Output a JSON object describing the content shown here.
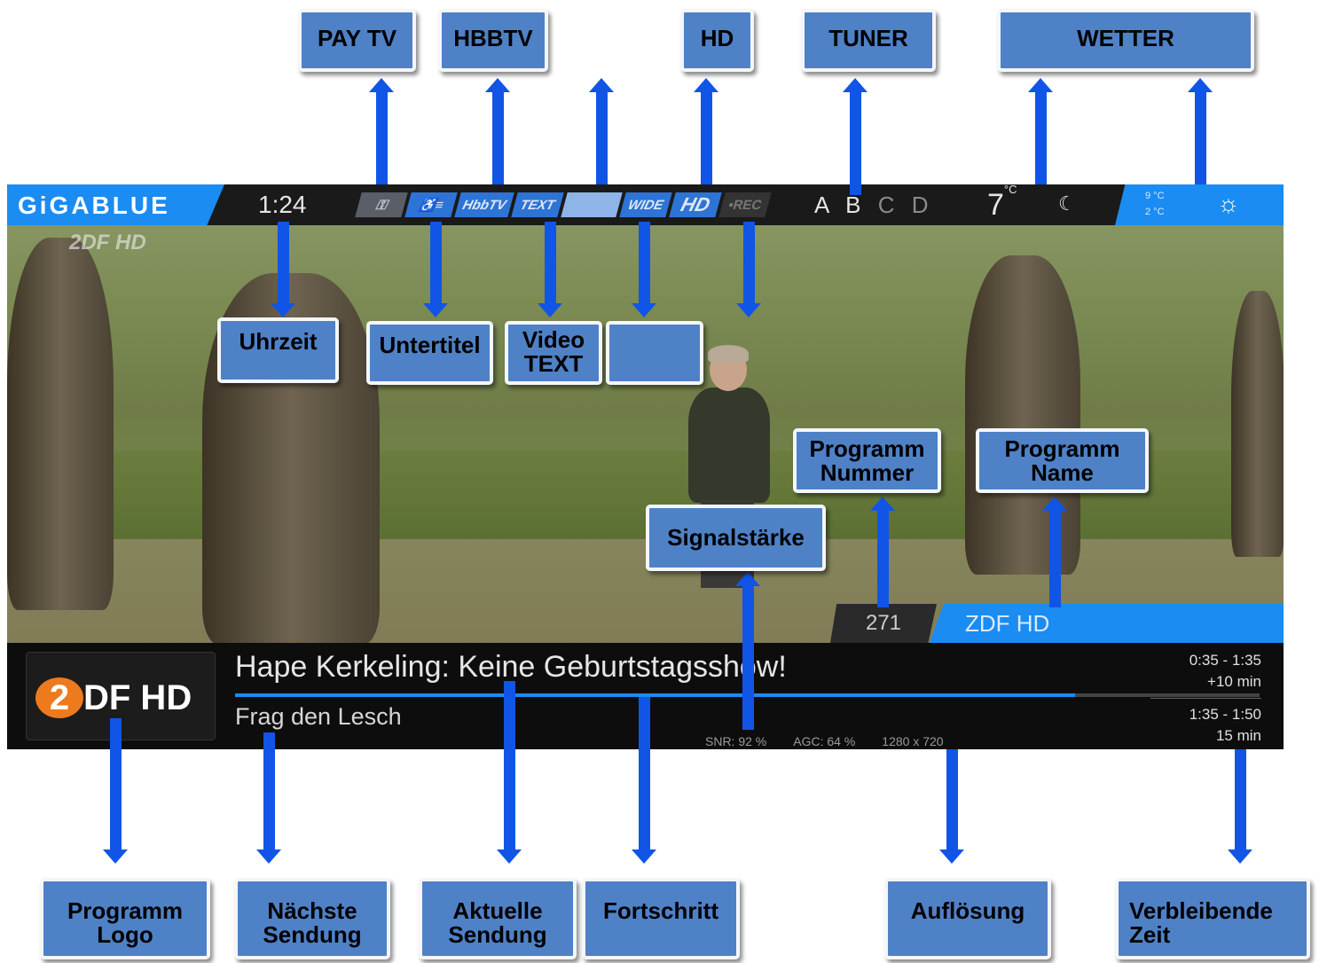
{
  "callouts": {
    "pay_tv": "PAY TV",
    "hbbtv": "HBBTV",
    "hd": "HD",
    "tuner": "TUNER",
    "wetter": "WETTER",
    "uhrzeit": "Uhrzeit",
    "untertitel": "Untertitel",
    "video_text_1": "Video",
    "video_text_2": "TEXT",
    "programm_nummer_1": "Programm",
    "programm_nummer_2": "Nummer",
    "programm_name_1": "Programm",
    "programm_name_2": "Name",
    "signalstaerke": "Signalstärke",
    "programm_logo_1": "Programm",
    "programm_logo_2": "Logo",
    "naechste_1": "Nächste",
    "naechste_2": "Sendung",
    "aktuelle_1": "Aktuelle",
    "aktuelle_2": "Sendung",
    "fortschritt": "Fortschritt",
    "aufloesung": "Auflösung",
    "verbleibende_1": "Verbleibende",
    "verbleibende_2": "Zeit"
  },
  "osd": {
    "brand": "GiGABLUE",
    "clock": "1:24",
    "icons": {
      "paytv": "key-icon",
      "subtitle": "subtitle-icon",
      "hbbtv": "HbbTV",
      "text": "TEXT",
      "wide": "WIDE",
      "hd": "HD",
      "rec": "•REC"
    },
    "tuner_active": "A B",
    "tuner_inactive": "C D",
    "temperature": "7",
    "temperature_unit": "°C",
    "temp_high": "9 °C",
    "temp_low": "2 °C",
    "watermark": "2DF HD",
    "channel_number": "271",
    "channel_name": "ZDF HD",
    "logo_text": "DF HD",
    "logo_o": "2",
    "now_title": "Hape Kerkeling: Keine Geburtstagsshow!",
    "next_title": "Frag den Lesch",
    "progress_fraction": 0.82,
    "snr": "SNR: 92 %",
    "agc": "AGC: 64 %",
    "resolution": "1280 x 720",
    "now_time": "0:35  -  1:35",
    "now_remaining": "+10 min",
    "next_time": "1:35  -  1:50",
    "next_remaining": "15 min"
  },
  "colors": {
    "callout": "#4f81c7",
    "arrow": "#1155e6",
    "osd_accent": "#1a8cf2"
  }
}
